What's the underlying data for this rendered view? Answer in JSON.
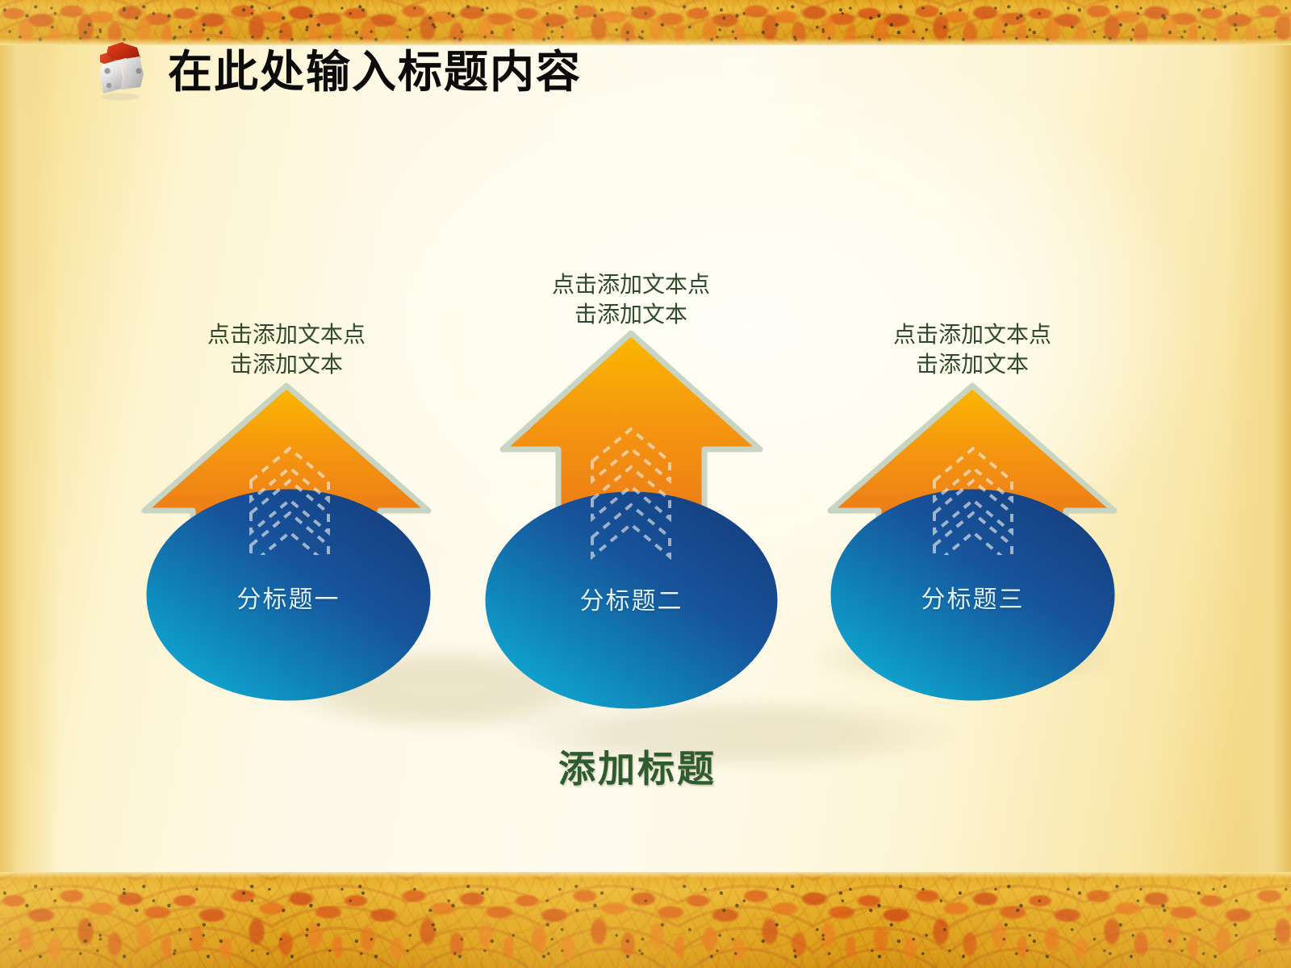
{
  "slide": {
    "title": "在此处输入标题内容",
    "bottom_title": "添加标题",
    "logo_icon": "puzzle-piece-icon",
    "colors": {
      "title_text": "#0b0b0b",
      "caption_text": "#2f4a2d",
      "bottom_title_text": "#2e5b30",
      "arrow_top": "#f7b600",
      "arrow_bottom": "#e8761a",
      "arrow_outline": "#c9d5c3",
      "oval_dark": "#1a4a8a",
      "oval_light": "#10a8cf",
      "oval_label_text": "#e2f3fb",
      "band_gold": "#dfa418",
      "band_red": "#c8400a",
      "background_cream": "#fefbee"
    }
  },
  "columns": [
    {
      "id": "column-one",
      "caption": "点击添加文本点\n击添加文本",
      "oval_label": "分标题一",
      "chevron_count": 3
    },
    {
      "id": "column-two",
      "caption": "点击添加文本点\n击添加文本",
      "oval_label": "分标题二",
      "chevron_count": 3
    },
    {
      "id": "column-three",
      "caption": "点击添加文本点\n击添加文本",
      "oval_label": "分标题三",
      "chevron_count": 3
    }
  ]
}
